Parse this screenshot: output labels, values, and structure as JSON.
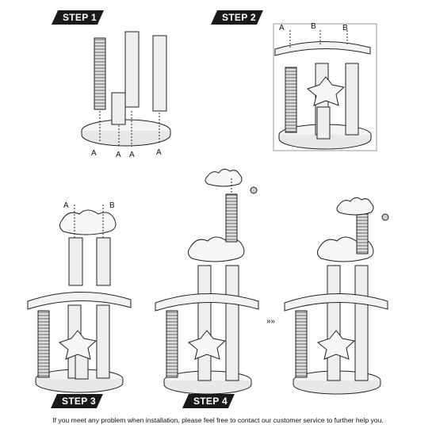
{
  "steps": [
    {
      "label": "STEP 1"
    },
    {
      "label": "STEP 2"
    },
    {
      "label": "STEP 3"
    },
    {
      "label": "STEP 4"
    }
  ],
  "markers": {
    "A": "A",
    "B": "B",
    "next_arrow": "»»"
  },
  "footer": {
    "text": "If you meet any problem when installation, please feel free to contact our customer service to further help you."
  }
}
